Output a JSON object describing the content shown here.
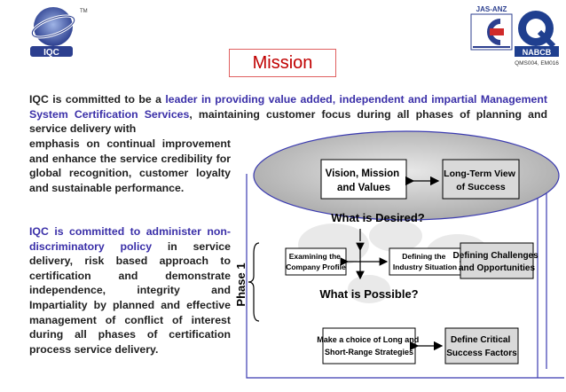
{
  "header": {
    "logo_iqc_text": "IQC",
    "logo_iqc_tm": "TM",
    "cert_jas_anz": "JAS-ANZ",
    "cert_nabcb": "NABCB",
    "cert_codes": "QMS004, EM016"
  },
  "title": "Mission",
  "paragraph1": {
    "lead": "IQC is committed to be a ",
    "highlight": "leader in providing value added, independent and impartial Management System Certification Services",
    "tail_line": ", maintaining customer focus during all phases of planning and service delivery with",
    "continued": "emphasis on continual improvement and enhance the service credibility for global recognition, customer loyalty and sustainable performance."
  },
  "paragraph2": {
    "highlight": "IQC is committed to administer non-discriminatory policy",
    "tail": " in service delivery, risk based approach to certification and demonstrate independence, integrity and Impartiality by planned and effective management of conflict of interest during all phases of certification process service delivery."
  },
  "diagram": {
    "vision_box": "Vision, Mission\nand Values",
    "long_term": "Long-Term View\nof Success",
    "what_desired": "What is Desired?",
    "phase": "Phase 1",
    "examining": "Examining the\nCompany Profile",
    "defining_industry": "Defining the\nIndustry Situation",
    "defining_challenges": "Defining Challenges\nand Opportunities",
    "what_possible": "What is Possible?",
    "make_choice": "Make a choice of Long and\nShort-Range Strategies",
    "define_critical": "Define Critical\nSuccess Factors"
  },
  "colors": {
    "title": "#c00000",
    "highlight": "#3a2fa8",
    "ellipse": "#c8c8c8",
    "box_shade": "#d9d9d9"
  }
}
